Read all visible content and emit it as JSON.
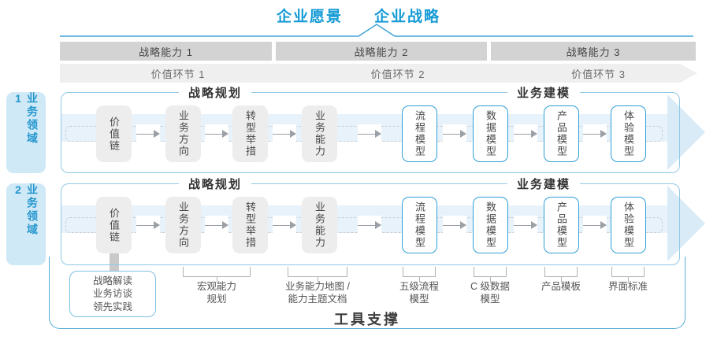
{
  "title": {
    "vision": "企业愿景",
    "strategy": "企业战略"
  },
  "strategic_capabilities": [
    "战略能力 1",
    "战略能力 2",
    "战略能力 3"
  ],
  "value_links": [
    "价值环节 1",
    "价值环节 2",
    "价值环节 3"
  ],
  "business_domains": [
    "业务领域 1",
    "业务领域 2"
  ],
  "row": {
    "planning_header": "战略规划",
    "modeling_header": "业务建模",
    "gray_boxes": [
      "价值链",
      "业务方向",
      "转型举措",
      "业务能力"
    ],
    "blue_boxes": [
      "流程模型",
      "数据模型",
      "产品模型",
      "体验模型"
    ]
  },
  "bottom": {
    "insight_box_lines": [
      "战略解读",
      "业务访谈",
      "领先实践"
    ],
    "annotations": [
      {
        "line1": "宏观能力",
        "line2": "规划"
      },
      {
        "line1": "业务能力地图 /",
        "line2": "能力主题文档"
      },
      {
        "line1": "五级流程",
        "line2": "模型"
      },
      {
        "line1": "C 级数据",
        "line2": "模型"
      },
      {
        "line1": "产品模板",
        "line2": ""
      },
      {
        "line1": "界面标准",
        "line2": ""
      }
    ],
    "tool_support": "工具支撑"
  },
  "icons": {
    "flow_arrow": "→",
    "up_arrow": "▲",
    "band_arrowhead": "▶",
    "vision_caret": "^"
  },
  "colors": {
    "accent_blue": "#169bd5",
    "line_blue": "#3fa3d5",
    "panel_border": "#8fc9e6",
    "bar_gray": "#d3d3d3",
    "chevron_gray": "#efefef",
    "domain_label_bg": "#cfe9f7",
    "band_blue": "#e8f2fa",
    "arrowhead_blue": "#d9ebf7",
    "box_gray": "#ededed",
    "blue_box_border": "#2f9fd6",
    "tool_box_border": "#54abd7"
  }
}
